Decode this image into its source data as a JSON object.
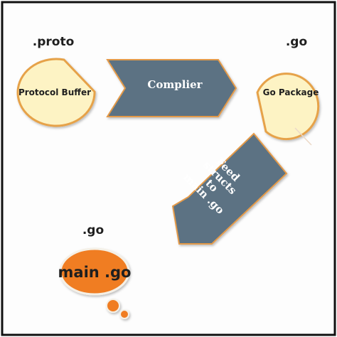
{
  "labels": {
    "proto_ext": ".proto",
    "go_ext_top": ".go",
    "go_ext_bottom": ".go"
  },
  "nodes": {
    "protocol_buffer": "Protocol Buffer",
    "go_package": "Go Package",
    "main_go": "main .go"
  },
  "arrows": {
    "compiler": "Complier",
    "feed": [
      "Feed",
      "structs",
      "to",
      "main .go"
    ]
  },
  "colors": {
    "frame": "#111111",
    "background": "#fdfdfd",
    "node_fill": "#fdf3c4",
    "node_stroke": "#e6a24a",
    "arrow_fill": "#5b7283",
    "arrow_stroke": "#e49a4a",
    "main_fill": "#f07d22",
    "main_stroke": "#f5f0e6"
  }
}
